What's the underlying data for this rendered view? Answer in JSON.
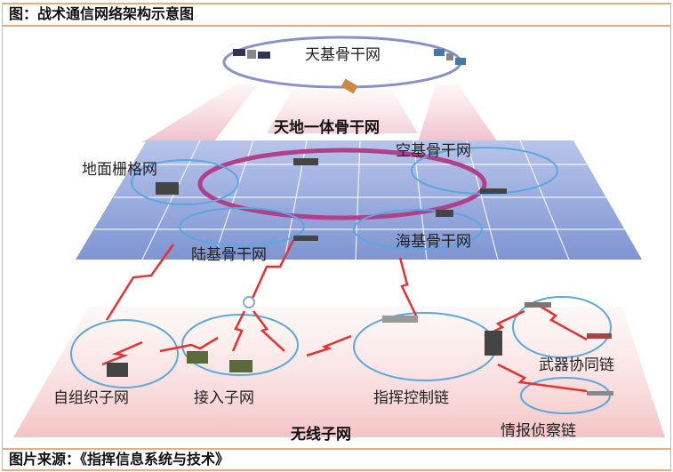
{
  "figure_title": "图：战术通信网络架构示意图",
  "source": "图片来源：《指挥信息系统与技术》",
  "diagram": {
    "space_backbone": "天基骨干网",
    "integrated_backbone": "天地一体骨干网",
    "air_backbone": "空基骨干网",
    "ground_grid": "地面栅格网",
    "land_backbone": "陆基骨干网",
    "sea_backbone": "海基骨干网",
    "ad_hoc_subnet": "自组织子网",
    "access_subnet": "接入子网",
    "command_control_link": "指挥控制链",
    "weapon_coop_link": "武器协同链",
    "intel_recon_link": "情报侦察链",
    "wireless_subnet": "无线子网"
  },
  "colors": {
    "border": "#f0a878",
    "plane": "#8aa0d8",
    "ring": "#b0408a",
    "link": "#e83030",
    "ellipse": "#5aa8e0"
  }
}
